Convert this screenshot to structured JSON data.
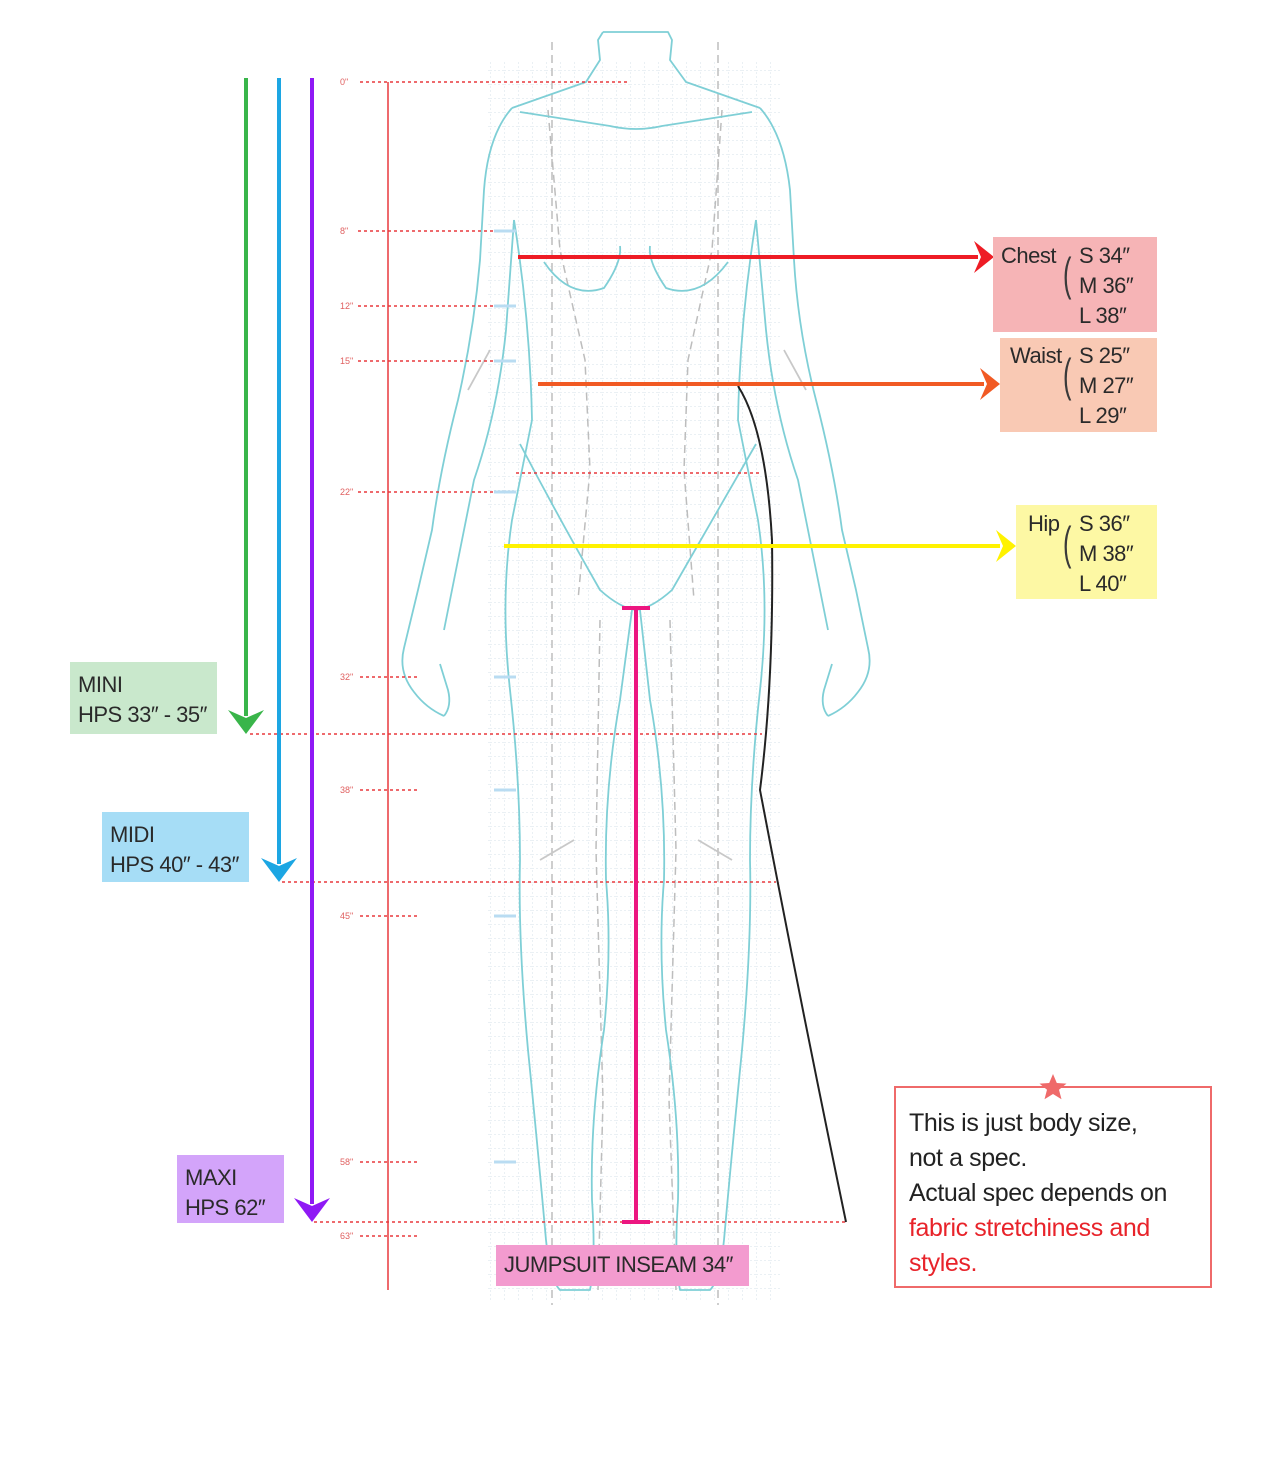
{
  "colors": {
    "figure": "#7fcfd6",
    "ruler": "#e8383d",
    "chest": "#ee1c25",
    "waist": "#f15a24",
    "hip": "#fff200",
    "mini": "#39b54a",
    "midi": "#1ca6e3",
    "maxi": "#8f19f5",
    "inseam": "#ec1680",
    "chest_box": "#f6b4b6",
    "waist_box": "#f9c9b4",
    "hip_box": "#fdf8a4",
    "mini_box": "#c9e8cc",
    "midi_box": "#a6ddf6",
    "maxi_box": "#d3a4fa",
    "inseam_box": "#f39bcf",
    "note_border": "#ef6a6a",
    "note_highlight": "#e8232a"
  },
  "ruler": {
    "ticks": [
      "0\"",
      "8\"",
      "12\"",
      "15\"",
      "22\"",
      "32\"",
      "38\"",
      "45\"",
      "58\"",
      "63\""
    ]
  },
  "measurements": {
    "chest": {
      "label": "Chest",
      "sizes": [
        "S 34″",
        "M 36″",
        "L 38″"
      ]
    },
    "waist": {
      "label": "Waist",
      "sizes": [
        "S 25″",
        "M 27″",
        "L 29″"
      ]
    },
    "hip": {
      "label": "Hip",
      "sizes": [
        "S 36″",
        "M 38″",
        "L 40″"
      ]
    }
  },
  "lengths": {
    "mini": {
      "name": "MINI",
      "value": "HPS 33″ - 35″"
    },
    "midi": {
      "name": "MIDI",
      "value": "HPS 40″ - 43″"
    },
    "maxi": {
      "name": "MAXI",
      "value": "HPS 62″"
    },
    "inseam": {
      "label": "JUMPSUIT INSEAM 34″"
    }
  },
  "note": {
    "line1": "This is just body size,",
    "line2": "not a spec.",
    "line3": "Actual spec depends on",
    "highlight1": "fabric stretchiness and",
    "highlight2": "styles."
  },
  "icons": {
    "note_marker": "star-icon",
    "arrows": "arrow-head-icon"
  }
}
